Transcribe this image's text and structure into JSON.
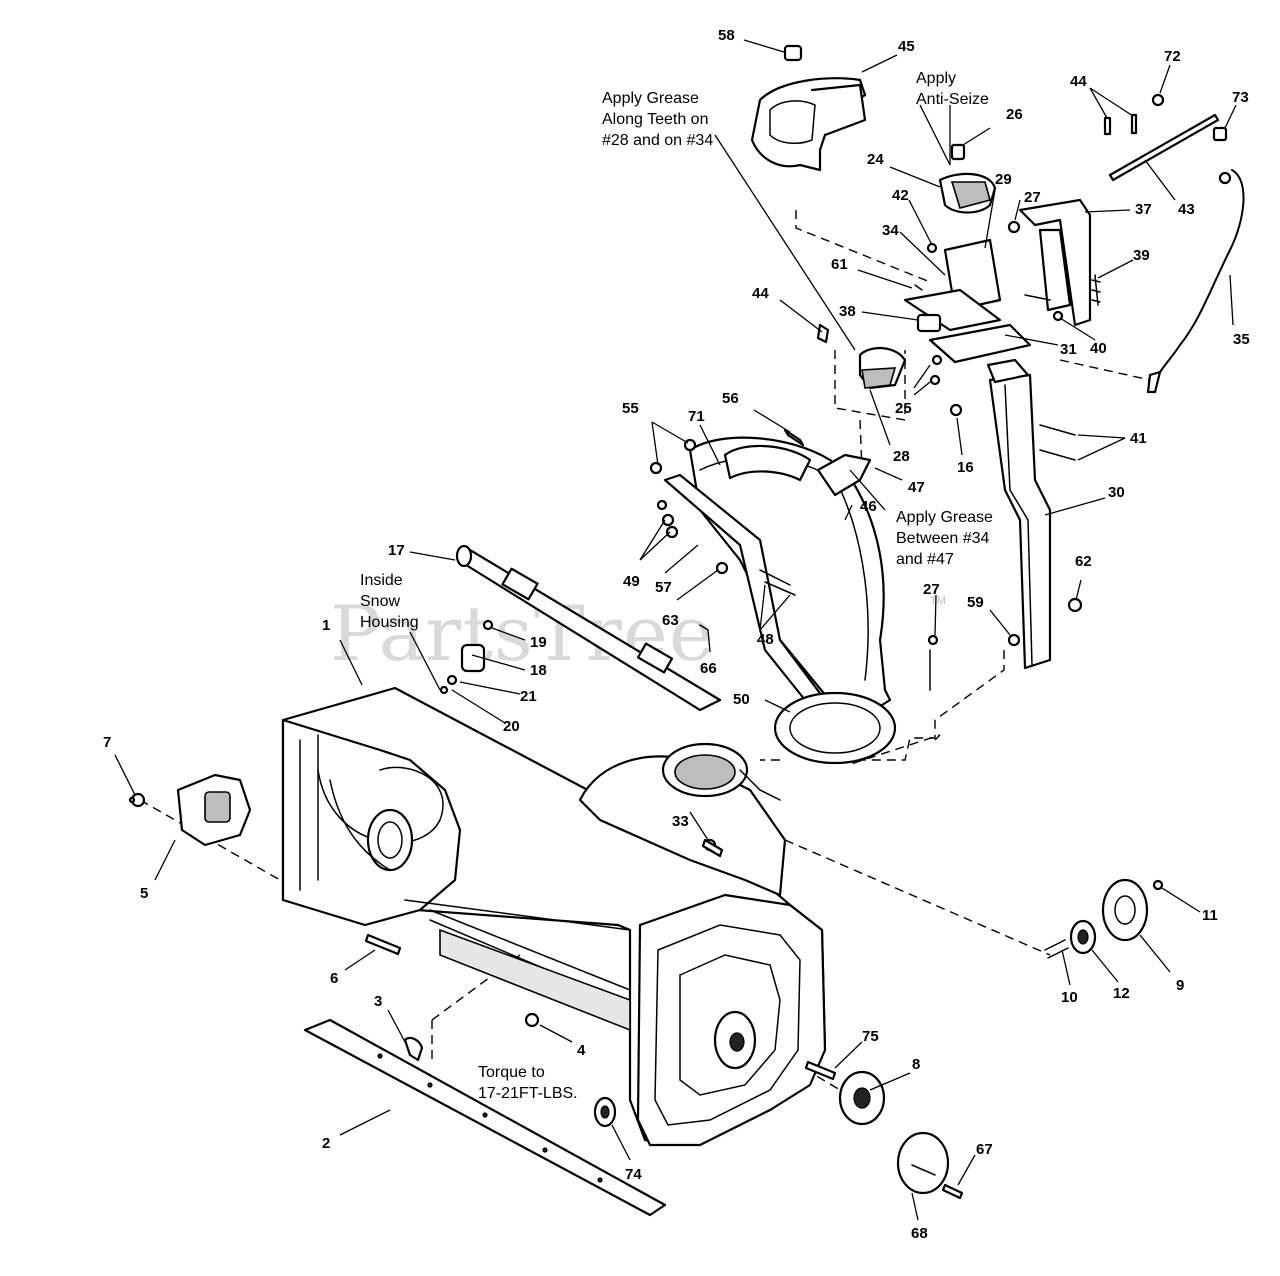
{
  "watermark": {
    "text": "PartsTree",
    "tm": "TM"
  },
  "notes": {
    "grease_teeth": [
      "Apply Grease",
      "Along Teeth on",
      "#28 and on #34"
    ],
    "anti_seize": [
      "Apply",
      "Anti-Seize"
    ],
    "grease_between": [
      "Apply Grease",
      "Between #34",
      "and #47"
    ],
    "inside_housing": [
      "Inside",
      "Snow",
      "Housing"
    ],
    "torque": [
      "Torque to",
      "17-21FT-LBS."
    ]
  },
  "callouts": {
    "p1": "1",
    "p2": "2",
    "p3": "3",
    "p4": "4",
    "p5": "5",
    "p6": "6",
    "p7": "7",
    "p8": "8",
    "p9": "9",
    "p10": "10",
    "p11": "11",
    "p12": "12",
    "p16": "16",
    "p17": "17",
    "p18": "18",
    "p19": "19",
    "p20": "20",
    "p21": "21",
    "p24": "24",
    "p25": "25",
    "p26": "26",
    "p27a": "27",
    "p27b": "27",
    "p28": "28",
    "p29": "29",
    "p30": "30",
    "p31": "31",
    "p33": "33",
    "p34": "34",
    "p35": "35",
    "p37": "37",
    "p38": "38",
    "p39": "39",
    "p40": "40",
    "p41": "41",
    "p42": "42",
    "p43": "43",
    "p44a": "44",
    "p44b": "44",
    "p45": "45",
    "p46": "46",
    "p47": "47",
    "p48": "48",
    "p49": "49",
    "p50": "50",
    "p55": "55",
    "p56": "56",
    "p57": "57",
    "p58": "58",
    "p59": "59",
    "p61": "61",
    "p62": "62",
    "p63": "63",
    "p66": "66",
    "p67": "67",
    "p68": "68",
    "p71": "71",
    "p72": "72",
    "p73": "73",
    "p74": "74",
    "p75": "75"
  }
}
